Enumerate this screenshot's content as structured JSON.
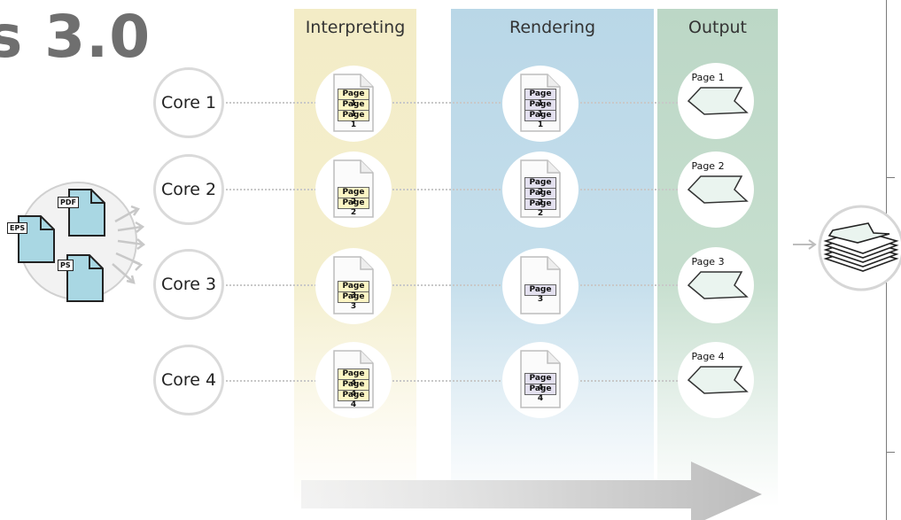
{
  "title": "s 3.0",
  "columns": {
    "interpreting": "Interpreting",
    "rendering": "Rendering",
    "output": "Output"
  },
  "cores": [
    {
      "label": "Core 1",
      "interpreting": [
        "Page 1",
        "Page 1",
        "Page 1"
      ],
      "rendering": [
        "Page 1",
        "Page 1",
        "Page 1"
      ],
      "output": "Page 1"
    },
    {
      "label": "Core 2",
      "interpreting": [
        "Page 2",
        "Page 2"
      ],
      "rendering": [
        "Page 2",
        "Page 2",
        "Page 2"
      ],
      "output": "Page 2"
    },
    {
      "label": "Core 3",
      "interpreting": [
        "Page 3",
        "Page 3"
      ],
      "rendering": [
        "Page 3"
      ],
      "output": "Page 3"
    },
    {
      "label": "Core 4",
      "interpreting": [
        "Page 4",
        "Page 4",
        "Page 4"
      ],
      "rendering": [
        "Page 4",
        "Page 4"
      ],
      "output": "Page 4"
    }
  ],
  "input_files": {
    "pdf": "PDF",
    "eps": "EPS",
    "ps": "PS"
  },
  "colors": {
    "interpreting": "#f3ecc6",
    "rendering": "#b9d7e7",
    "output": "#bcd7c6",
    "file_fill": "#a9d7e3",
    "page_tag_yellow": "#fdf6c4",
    "page_tag_purple": "#e3e0ef"
  },
  "icons": {
    "document": "document-icon",
    "output_card": "output-page-icon",
    "file": "file-icon",
    "stack": "paper-stack-icon",
    "arrow": "flow-arrow-icon"
  }
}
